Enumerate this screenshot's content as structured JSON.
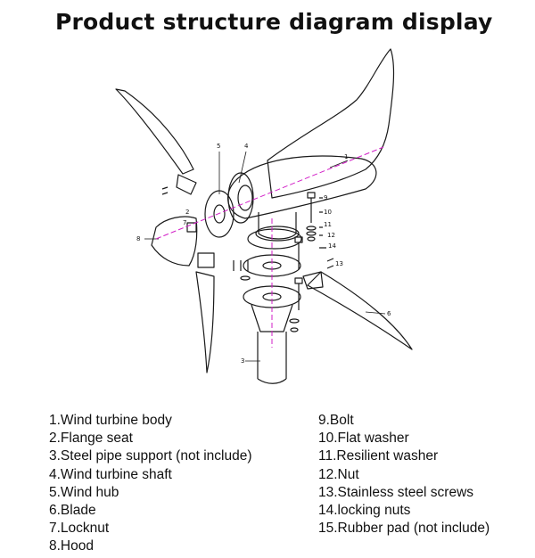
{
  "title": "Product structure diagram display",
  "callout_numbers": [
    "1",
    "2",
    "3",
    "4",
    "5",
    "6",
    "7",
    "8",
    "9",
    "10",
    "11",
    "12",
    "13",
    "14"
  ],
  "legend_left": [
    "1.Wind turbine body",
    "2.Flange seat",
    "3.Steel pipe support (not include)",
    "4.Wind turbine shaft",
    "5.Wind hub",
    "6.Blade",
    "7.Locknut",
    "8.Hood"
  ],
  "legend_right": [
    "9.Bolt",
    "10.Flat washer",
    "11.Resilient washer",
    "12.Nut",
    "13.Stainless steel screws",
    "14.locking nuts",
    "15.Rubber pad (not include)"
  ],
  "colors": {
    "line": "#1a1a1a",
    "axis": "#d21fc7",
    "background": "#ffffff"
  }
}
